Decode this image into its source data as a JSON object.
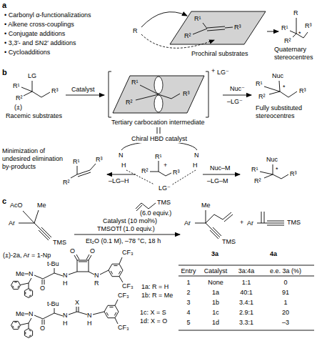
{
  "diagram": {
    "labels": [
      "a",
      "• Carbonyl α-functionalizations",
      "• Alkene cross-couplings",
      "• Conjugate additions",
      "• 3,3′- and SN2′ additions",
      "• Cycloadditions",
      "R",
      "R¹",
      "R²",
      "R³",
      "Prochiral substrates",
      "R",
      "R¹",
      "R²",
      "R³",
      "*",
      "Quaternary stereocentres",
      "b",
      "LG",
      "R¹",
      "R²",
      "R³",
      "(±)",
      "Racemic substrates",
      "Catalyst",
      "R¹",
      "R²",
      "R³",
      "+",
      "LG⁻",
      "Nuc⁻",
      "–LG⁻",
      "Nuc",
      "R¹",
      "R²",
      "R³",
      "*",
      "Fully substituted stereocentres",
      "Tertiary carbocation intermediate",
      "Chiral HBD catalyst",
      "Minimization of undesired elimination by-products",
      "R¹",
      "R²",
      "R³",
      "–LG–H",
      "N",
      "H",
      "N",
      "H",
      "R¹",
      "+",
      "R²",
      "R³",
      "LG⁻",
      "Nuc–M",
      "–LG–M",
      "Nuc",
      "R¹",
      "R²",
      "R³",
      "*",
      "c",
      "AcO",
      "Me",
      "Ar",
      "TMS",
      "(±)-2a, Ar = 1-Np",
      "TMS",
      "(6.0 equiv.)",
      "Catalyst (10 mol%)",
      "TMSOTf (1.0 equiv.)",
      "Et₂O (0.1 M), –78 °C, 18 h",
      "Me",
      "Ar",
      "TMS",
      "3a",
      "+",
      "Ar",
      "TMS",
      "4a",
      "Me",
      "N",
      "O",
      "t-Bu",
      "N",
      "H",
      "O",
      "O",
      "N",
      "R",
      "CF₃",
      "CF₃",
      "1a: R = H",
      "1b: R = Me",
      "Me",
      "N",
      "O",
      "t-Bu",
      "N",
      "H",
      "X",
      "N",
      "H",
      "CF₃",
      "CF₃",
      "1c: X = S",
      "1d: X = O",
      "Entry",
      "Catalyst",
      "3a:4a",
      "e.e. 3a (%)",
      "1",
      "None",
      "1:1",
      "0",
      "2",
      "1a",
      "40:1",
      "91",
      "3",
      "1b",
      "3.4:1",
      "1",
      "4",
      "1c",
      "2.9:1",
      "20",
      "5",
      "1d",
      "3.3:1",
      "–3"
    ]
  }
}
